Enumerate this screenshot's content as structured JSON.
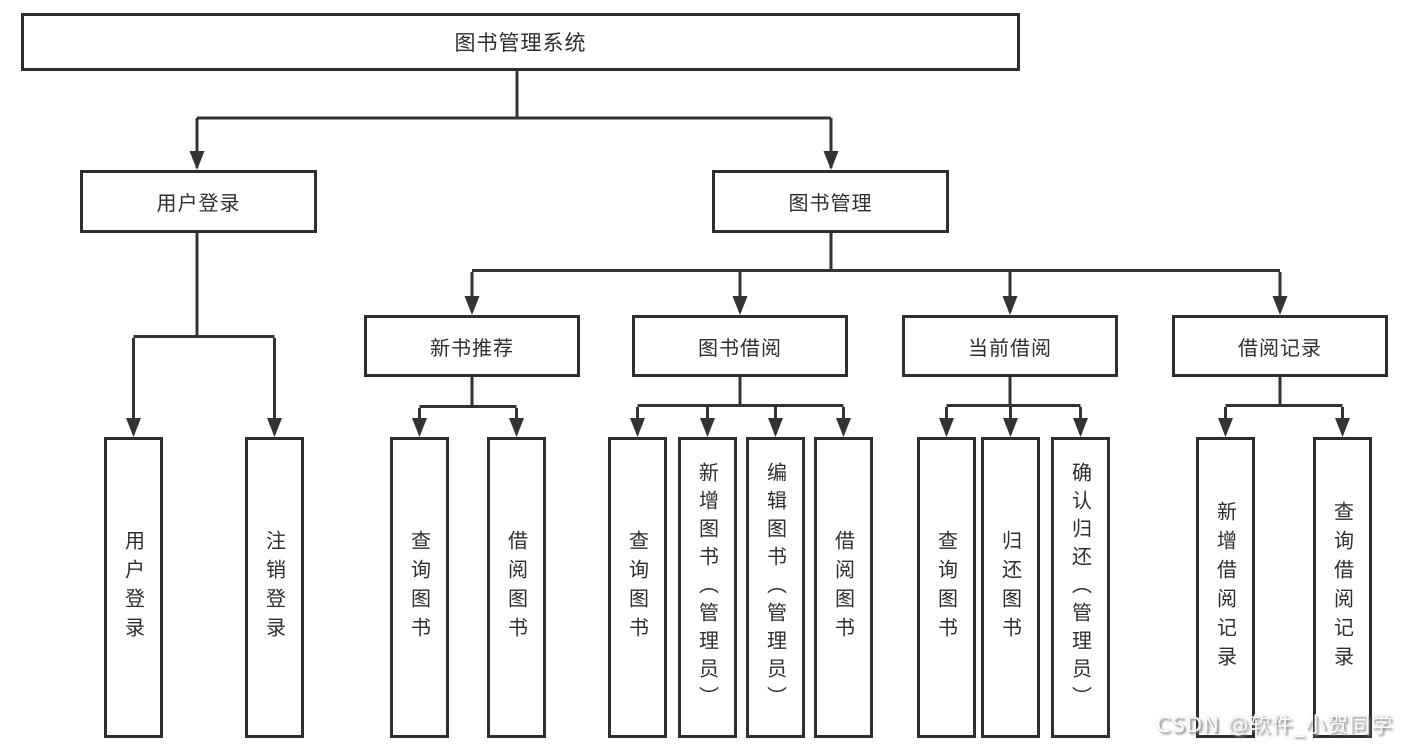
{
  "diagram": {
    "title_note": "functional structure tree of a library management system",
    "root": {
      "label": "图书管理系统"
    },
    "level2": [
      {
        "label": "用户登录"
      },
      {
        "label": "图书管理"
      }
    ],
    "level3": [
      {
        "label": "新书推荐",
        "parent": "图书管理"
      },
      {
        "label": "图书借阅",
        "parent": "图书管理"
      },
      {
        "label": "当前借阅",
        "parent": "图书管理"
      },
      {
        "label": "借阅记录",
        "parent": "图书管理"
      }
    ],
    "leaves": [
      {
        "label": "用户登录",
        "parent": "用户登录"
      },
      {
        "label": "注销登录",
        "parent": "用户登录"
      },
      {
        "label": "查询图书",
        "parent": "新书推荐"
      },
      {
        "label": "借阅图书",
        "parent": "新书推荐"
      },
      {
        "label": "查询图书",
        "parent": "图书借阅"
      },
      {
        "label": "新增图书（管理员）",
        "parent": "图书借阅"
      },
      {
        "label": "编辑图书（管理员）",
        "parent": "图书借阅"
      },
      {
        "label": "借阅图书",
        "parent": "图书借阅"
      },
      {
        "label": "查询图书",
        "parent": "当前借阅"
      },
      {
        "label": "归还图书",
        "parent": "当前借阅"
      },
      {
        "label": "确认归还（管理员）",
        "parent": "当前借阅"
      },
      {
        "label": "新增借阅记录",
        "parent": "借阅记录"
      },
      {
        "label": "查询借阅记录",
        "parent": "借阅记录"
      }
    ],
    "watermark": "CSDN @软件_小贺同学",
    "colors": {
      "line": "#333333",
      "border": "#2e2e2e",
      "text": "#2e2e2e",
      "background": "#ffffff",
      "watermark_text": "#fefefe"
    }
  }
}
